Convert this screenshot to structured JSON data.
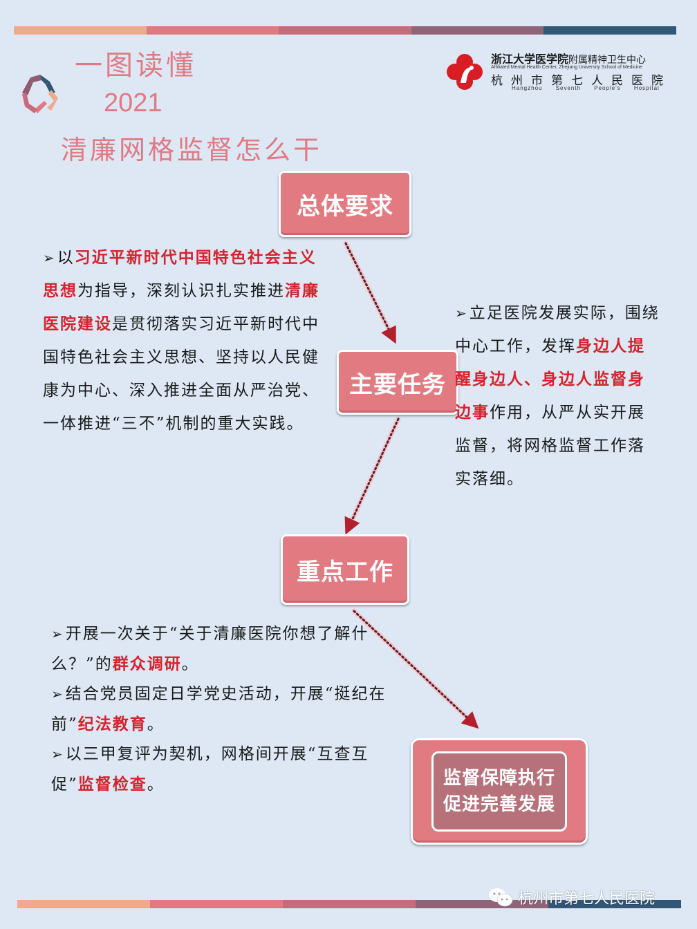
{
  "colors": {
    "background": "#dde8f4",
    "stripe": [
      "#efa98d",
      "#e37882",
      "#c76b7a",
      "#8f6479",
      "#325676"
    ],
    "title": "#e07a84",
    "node_fill": "#e27a82",
    "node_inner_fill": "#b7717a",
    "highlight": "#d6232e",
    "arrow": "#8b1c2a"
  },
  "header": {
    "title_line1": "一图读懂",
    "title_line2": "2021",
    "title_line3": "清廉网格监督怎么干",
    "logo_icon": "pinwheel-logo-icon"
  },
  "hospital": {
    "emblem_icon": "hospital-emblem-icon",
    "line1_main": "浙江大学医学院",
    "line1_sub": "附属精神卫生中心",
    "line2": "Affiliated Mental Health Center, Zhejiang University School of Medicine",
    "line3": "杭州市第七人民医院",
    "line4": "Hangzhou Seventh People's Hospital"
  },
  "nodes": {
    "overall": "总体要求",
    "tasks": "主要任务",
    "key_work": "重点工作",
    "goal_line1": "监督保障执行",
    "goal_line2": "促进完善发展"
  },
  "overall_text": {
    "bullet": "➢",
    "seg1": "以",
    "hl1": "习近平新时代中国特色社会主义思想",
    "seg2": "为指导，深刻认识扎实推进",
    "hl2": "清廉医院建设",
    "seg3": "是贯彻落实习近平新时代中国特色社会主义思想、坚持以人民健康为中心、深入推进全面从严治党、一体推进“三不”机制的重大实践。"
  },
  "tasks_text": {
    "bullet": "➢",
    "seg1": "立足医院发展实际，围绕中心工作，发挥",
    "hl1": "身边人提醒身边人、身边人监督身边事",
    "seg2": "作用，从严从实开展监督，将网格监督工作落实落细。"
  },
  "key_work_items": [
    {
      "bullet": "➢",
      "text": "开展一次关于“关于清廉医院你想了解什么？”的",
      "hl": "群众调研",
      "end": "。"
    },
    {
      "bullet": "➢",
      "text": "结合党员固定日学党史活动，开展“挺纪在前”",
      "hl": "纪法教育",
      "end": "。"
    },
    {
      "bullet": "➢",
      "text": "以三甲复评为契机，网格间开展“互查互促”",
      "hl": "监督检查",
      "end": "。"
    }
  ],
  "footer": {
    "wechat_icon": "wechat-icon",
    "account": "杭州市第七人民医院"
  }
}
